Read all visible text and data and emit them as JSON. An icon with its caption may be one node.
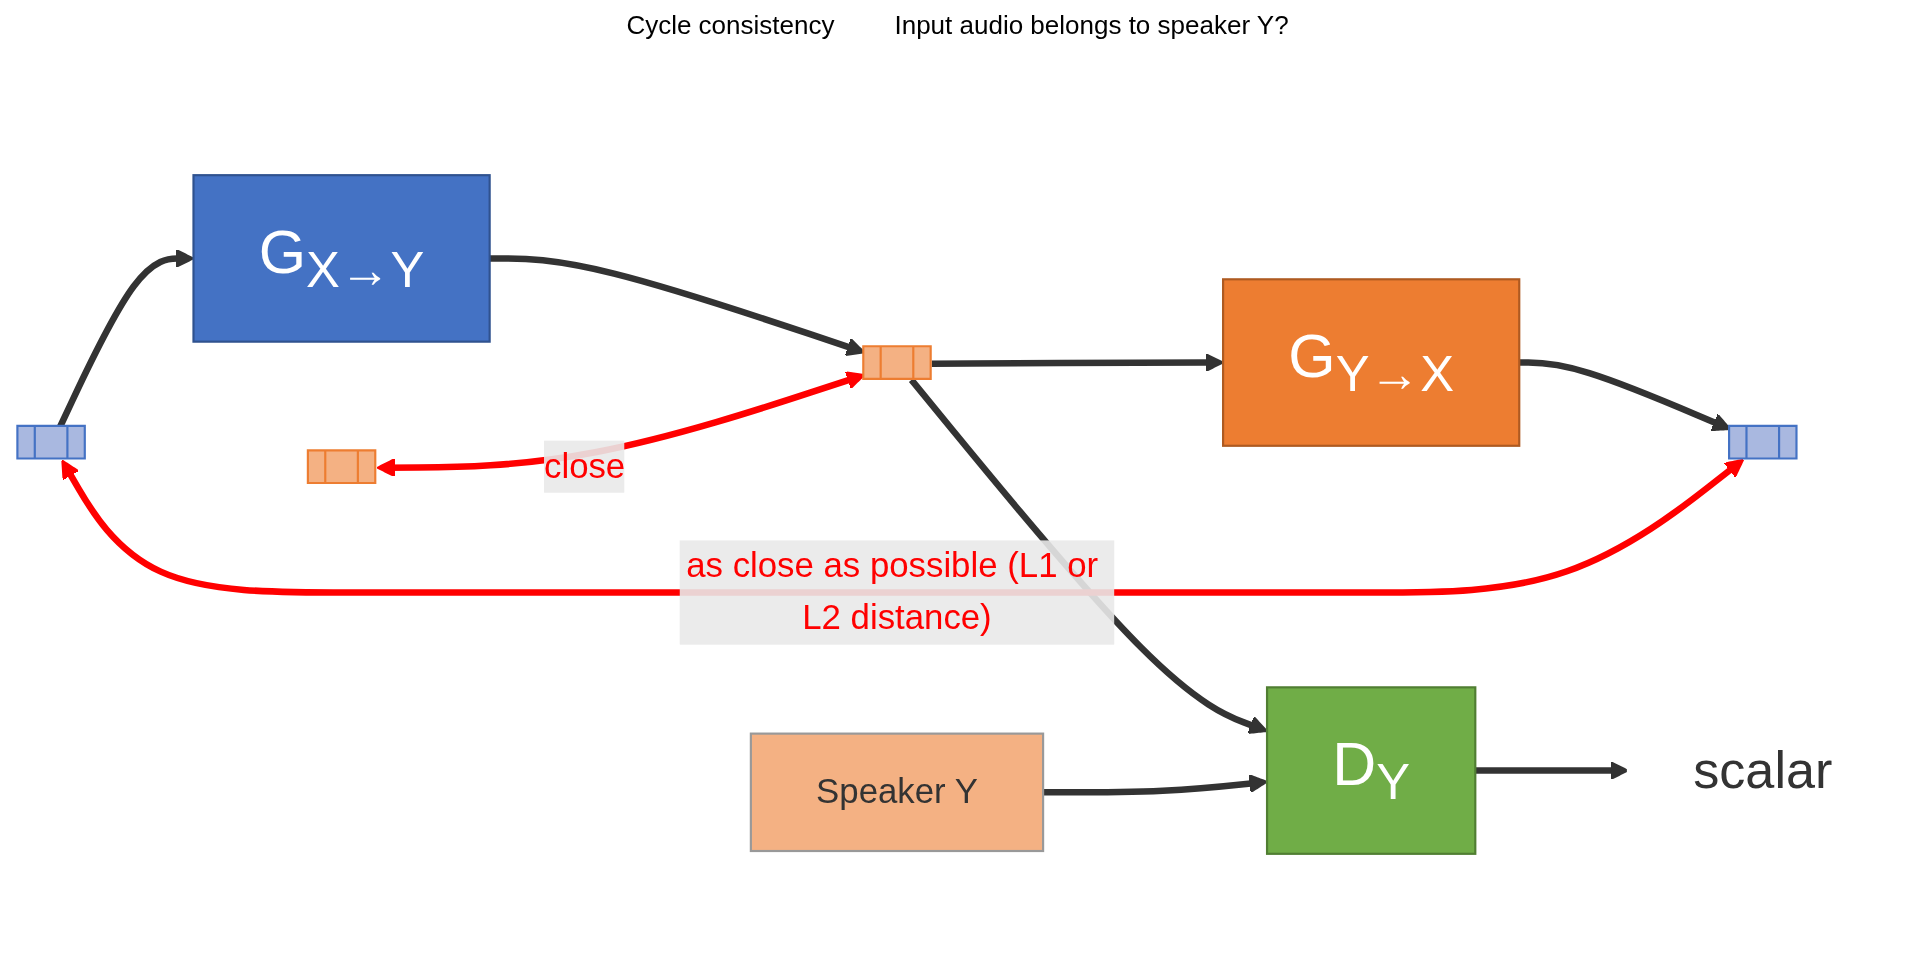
{
  "diagram": {
    "nodes": [
      {
        "text": [],
        "shape": "bar"
      },
      {
        "text": [],
        "shape": "bar"
      },
      {
        "text": [
          "G$_{X→Y}$"
        ]
      },
      {
        "text": [],
        "shape": "bar"
      },
      {
        "text": [
          "G$_{Y→X}$"
        ]
      },
      {
        "text": [],
        "shape": "bar"
      },
      {
        "text": [
          "D$_{Y}$"
        ]
      },
      {
        "text": [
          "scalar"
        ]
      },
      {
        "text": [
          "Speaker Y"
        ]
      }
    ],
    "edges": [
      {
        "from": 0,
        "to": 2,
        "arrow": "to"
      },
      {
        "from": 2,
        "to": 3,
        "arrow": "to"
      },
      {
        "from": 3,
        "to": 4,
        "arrow": "to"
      },
      {
        "from": 4,
        "to": 5,
        "arrow": "to"
      },
      {
        "from": 3,
        "to": 6,
        "arrow": "to"
      },
      {
        "from": 8,
        "to": 6,
        "arrow": "to"
      },
      {
        "from": 6,
        "to": 7,
        "arrow": "to"
      },
      {
        "from": 1,
        "to": 3,
        "arrow": "both",
        "label": "close",
        "color": "#ff0000"
      },
      {
        "from": 0,
        "to": 5,
        "arrow": "both",
        "label": "as close as possible (L1 or L2 distance)",
        "color": "#ff0000"
      }
    ],
    "labels": [
      "Cycle consistency",
      "Input audio belongs to speaker Y?"
    ]
  }
}
